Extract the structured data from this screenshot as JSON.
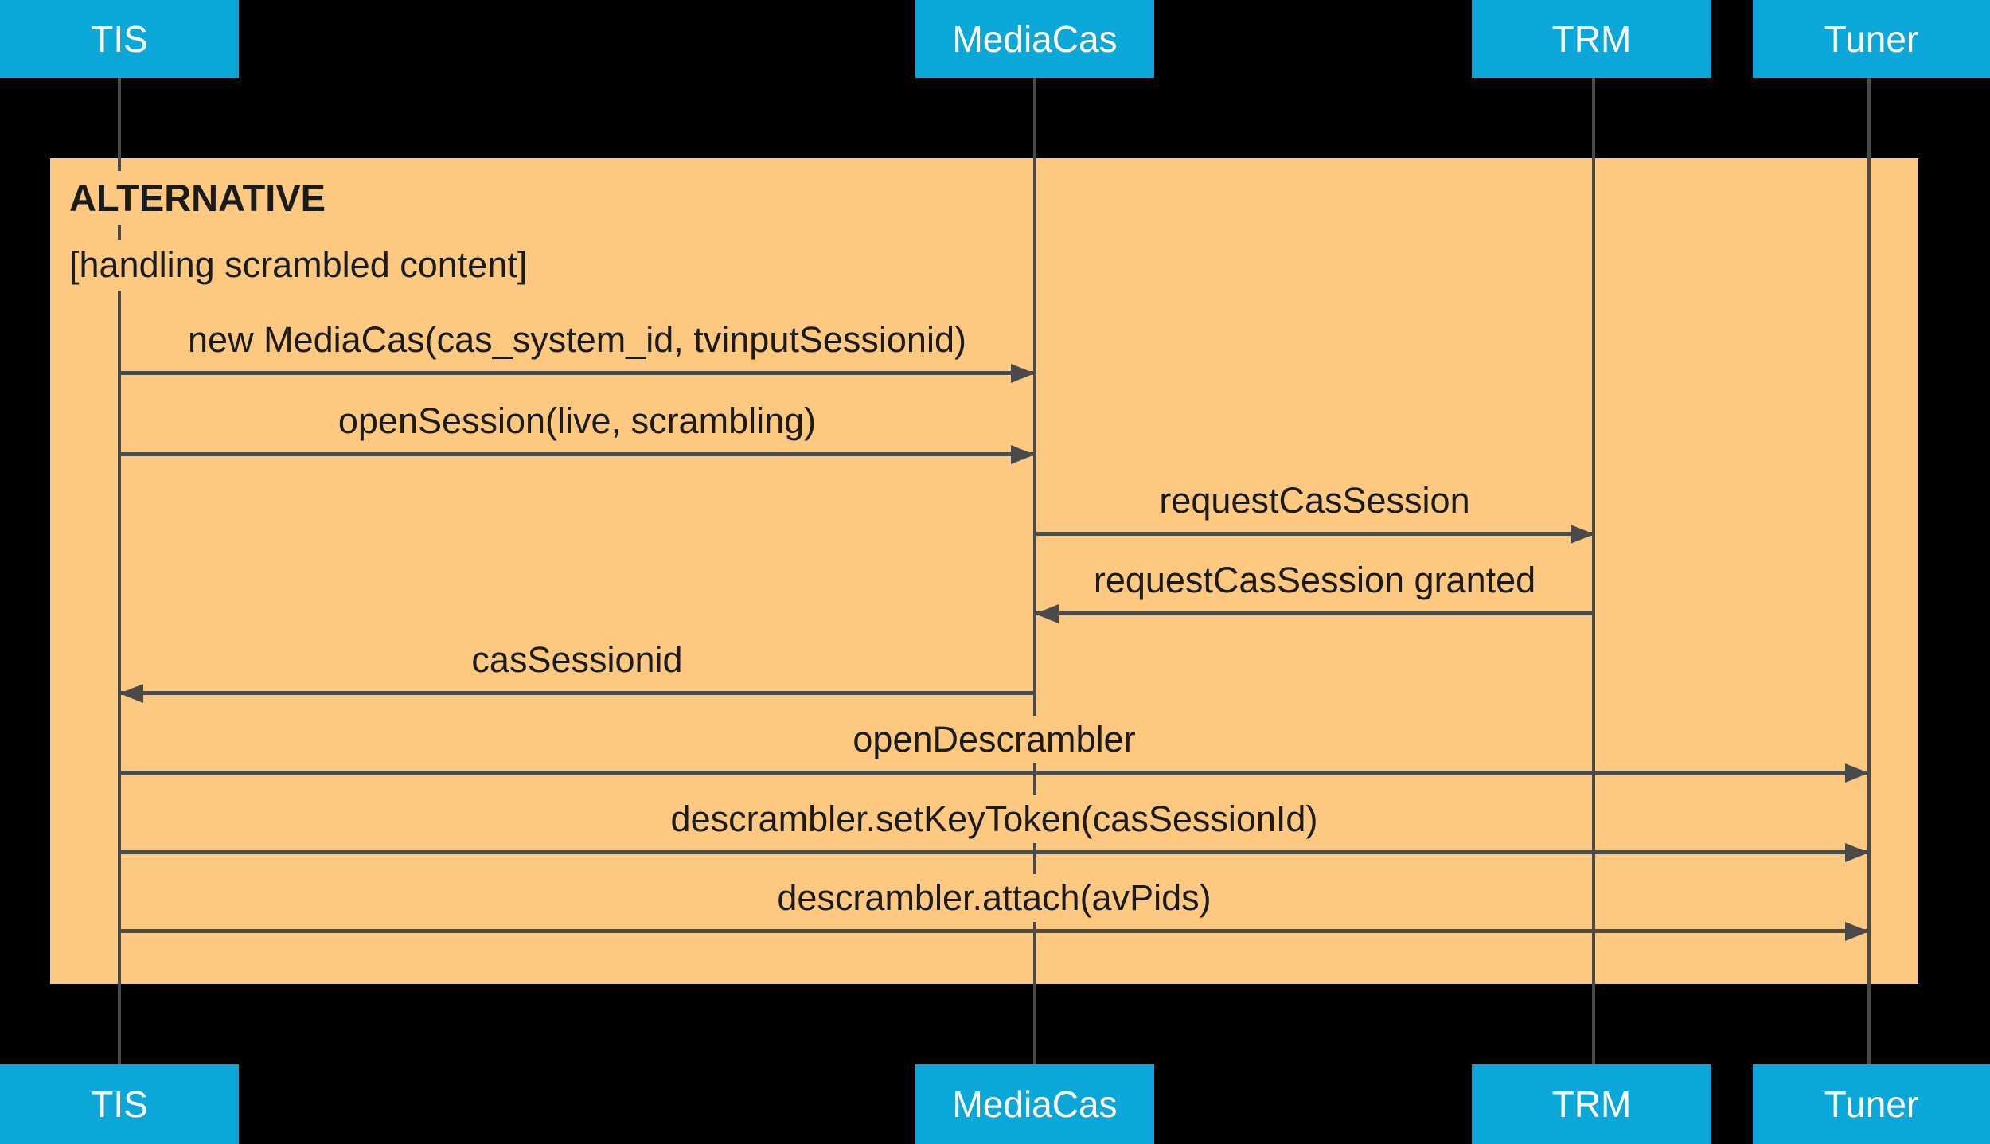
{
  "diagram": {
    "type": "sequence",
    "frame": {
      "title": "ALTERNATIVE",
      "guard": "[handling scrambled content]"
    },
    "participants": [
      {
        "name": "TIS"
      },
      {
        "name": "MediaCas"
      },
      {
        "name": "TRM"
      },
      {
        "name": "Tuner"
      }
    ],
    "messages": [
      {
        "label": "new MediaCas(cas_system_id, tvinputSessionid)",
        "from": "TIS",
        "to": "MediaCas"
      },
      {
        "label": "openSession(live, scrambling)",
        "from": "TIS",
        "to": "MediaCas"
      },
      {
        "label": "requestCasSession",
        "from": "MediaCas",
        "to": "TRM"
      },
      {
        "label": "requestCasSession granted",
        "from": "TRM",
        "to": "MediaCas"
      },
      {
        "label": "casSessionid",
        "from": "MediaCas",
        "to": "TIS"
      },
      {
        "label": "openDescrambler",
        "from": "TIS",
        "to": "Tuner"
      },
      {
        "label": "descrambler.setKeyToken(casSessionId)",
        "from": "TIS",
        "to": "Tuner"
      },
      {
        "label": "descrambler.attach(avPids)",
        "from": "TIS",
        "to": "Tuner"
      }
    ],
    "colors": {
      "bg": "#000000",
      "participant-fill": "#0ba7d9",
      "participant-text": "#ffffff",
      "frame-fill": "#fdc981",
      "line": "#4a4a4a",
      "msg-text": "#1b1b1b"
    }
  }
}
